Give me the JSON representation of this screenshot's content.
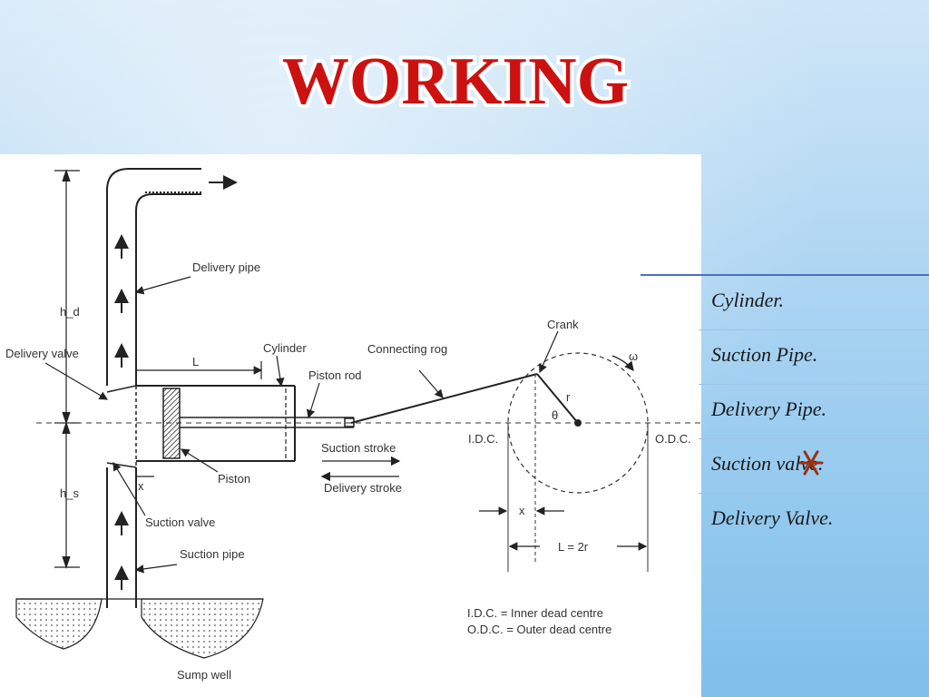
{
  "slide": {
    "title": "WORKING",
    "title_color": "#cc1111",
    "star_color": "#a03010"
  },
  "diagram": {
    "labels": {
      "hd": "h_d",
      "hs": "h_s",
      "delivery_pipe": "Delivery pipe",
      "delivery_valve": "Delivery valve",
      "cylinder": "Cylinder",
      "connecting_rod": "Connecting rog",
      "piston_rod": "Piston rod",
      "crank": "Crank",
      "omega": "ω",
      "theta": "θ",
      "r": "r",
      "L": "L",
      "x": "x",
      "idc": "I.D.C.",
      "odc": "O.D.C.",
      "suction_stroke": "Suction stroke",
      "delivery_stroke": "Delivery stroke",
      "piston": "Piston",
      "suction_valve": "Suction valve",
      "suction_pipe": "Suction pipe",
      "sump_well": "Sump well",
      "L_2r": "L = 2r",
      "legend_idc": "I.D.C. = Inner dead centre",
      "legend_odc": "O.D.C. = Outer dead centre"
    }
  },
  "parts_list": [
    "Cylinder.",
    "Suction Pipe.",
    "Delivery Pipe.",
    "Suction valve.",
    "Delivery Valve."
  ]
}
